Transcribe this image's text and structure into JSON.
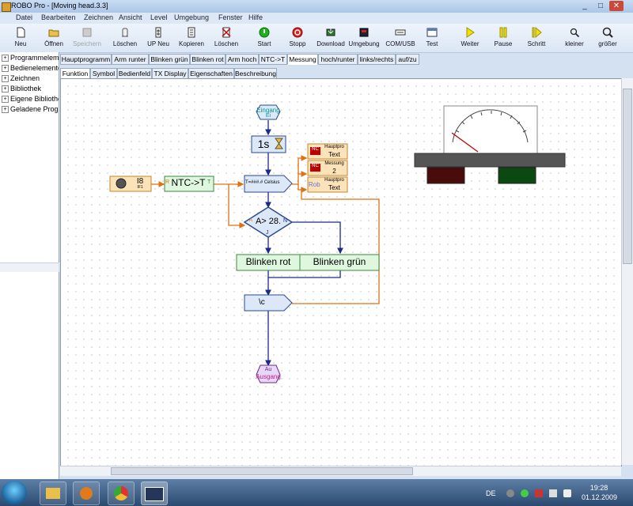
{
  "window": {
    "title": "ROBO Pro - [Moving head.3.3]",
    "min": "_",
    "max": "□",
    "close": "✕"
  },
  "menu": [
    "Datei",
    "Bearbeiten",
    "Zeichnen",
    "Ansicht",
    "Level",
    "Umgebung",
    "Fenster",
    "Hilfe"
  ],
  "toolbar": [
    {
      "label": "Neu",
      "icon": "new-document-icon",
      "enabled": true
    },
    {
      "label": "Öffnen",
      "icon": "open-folder-icon",
      "enabled": true
    },
    {
      "label": "Speichern",
      "icon": "save-icon",
      "enabled": false
    },
    {
      "label": "Löschen",
      "icon": "delete-hand-icon",
      "enabled": true
    },
    {
      "label": "UP Neu",
      "icon": "subprogram-new-icon",
      "enabled": true
    },
    {
      "label": "Kopieren",
      "icon": "copy-icon",
      "enabled": true
    },
    {
      "label": "Löschen",
      "icon": "delete-x-icon",
      "enabled": true
    },
    {
      "label": "Start",
      "icon": "start-green-icon",
      "enabled": true
    },
    {
      "label": "Stopp",
      "icon": "stop-red-icon",
      "enabled": true
    },
    {
      "label": "Download",
      "icon": "download-icon",
      "enabled": true
    },
    {
      "label": "Umgebung",
      "icon": "environment-icon",
      "enabled": true
    },
    {
      "label": "COM/USB",
      "icon": "com-usb-icon",
      "enabled": true
    },
    {
      "label": "Test",
      "icon": "test-window-icon",
      "enabled": true
    },
    {
      "label": "Weiter",
      "icon": "play-yellow-icon",
      "enabled": true
    },
    {
      "label": "Pause",
      "icon": "pause-yellow-icon",
      "enabled": true
    },
    {
      "label": "Schritt",
      "icon": "step-yellow-icon",
      "enabled": true
    },
    {
      "label": "kleiner",
      "icon": "zoom-out-icon",
      "enabled": true
    },
    {
      "label": "größer",
      "icon": "zoom-in-icon",
      "enabled": true
    }
  ],
  "tree": [
    "Programmelemente",
    "Bedienelemente",
    "Zeichnen",
    "Bibliothek",
    "Eigene Bibliothek",
    "Geladene Programme"
  ],
  "program_tabs": [
    "Hauptprogramm",
    "Arm runter",
    "Blinken grün",
    "Blinken rot",
    "Arm hoch",
    "NTC->T",
    "Messung",
    "hoch/runter",
    "links/rechts",
    "auf/zu"
  ],
  "active_program_tab": "Messung",
  "view_tabs": [
    "Funktion",
    "Symbol",
    "Bedienfeld",
    "TX Display",
    "Eigenschaften",
    "Beschreibung"
  ],
  "active_view_tab": "Funktion",
  "diagram": {
    "start": {
      "title": "Eingang",
      "sub": "Ei"
    },
    "timer": "1s",
    "sensor": {
      "name": "I8",
      "sub": "IF1"
    },
    "sub_ntc": "NTC->T",
    "ntc_left": "R",
    "ntc_right": "T",
    "command": "T=###.# Celsius",
    "compare": "A> 28.",
    "compare_a": "A",
    "compare_n": "N",
    "compare_j": "J",
    "blink_red": "Blinken rot",
    "blink_green": "Blinken grün",
    "loop_cmd": "\\c",
    "end": {
      "title": "Au",
      "sub": "Ausgang"
    },
    "displays": [
      {
        "tag": "NC",
        "line1": "Hauptpro",
        "line2": "Text"
      },
      {
        "tag": "NC",
        "line1": "Messung",
        "line2": "2"
      },
      {
        "tag": "Rob",
        "line1": "Hauptpro",
        "line2": "Text"
      }
    ]
  },
  "taskbar": {
    "lang": "DE",
    "time": "19:28",
    "date": "01.12.2009"
  },
  "colors": {
    "flow": "#1a2a8a",
    "data_wire": "#e07010",
    "element_fill": "#dce8f8",
    "sub_fill": "#dff7df"
  }
}
